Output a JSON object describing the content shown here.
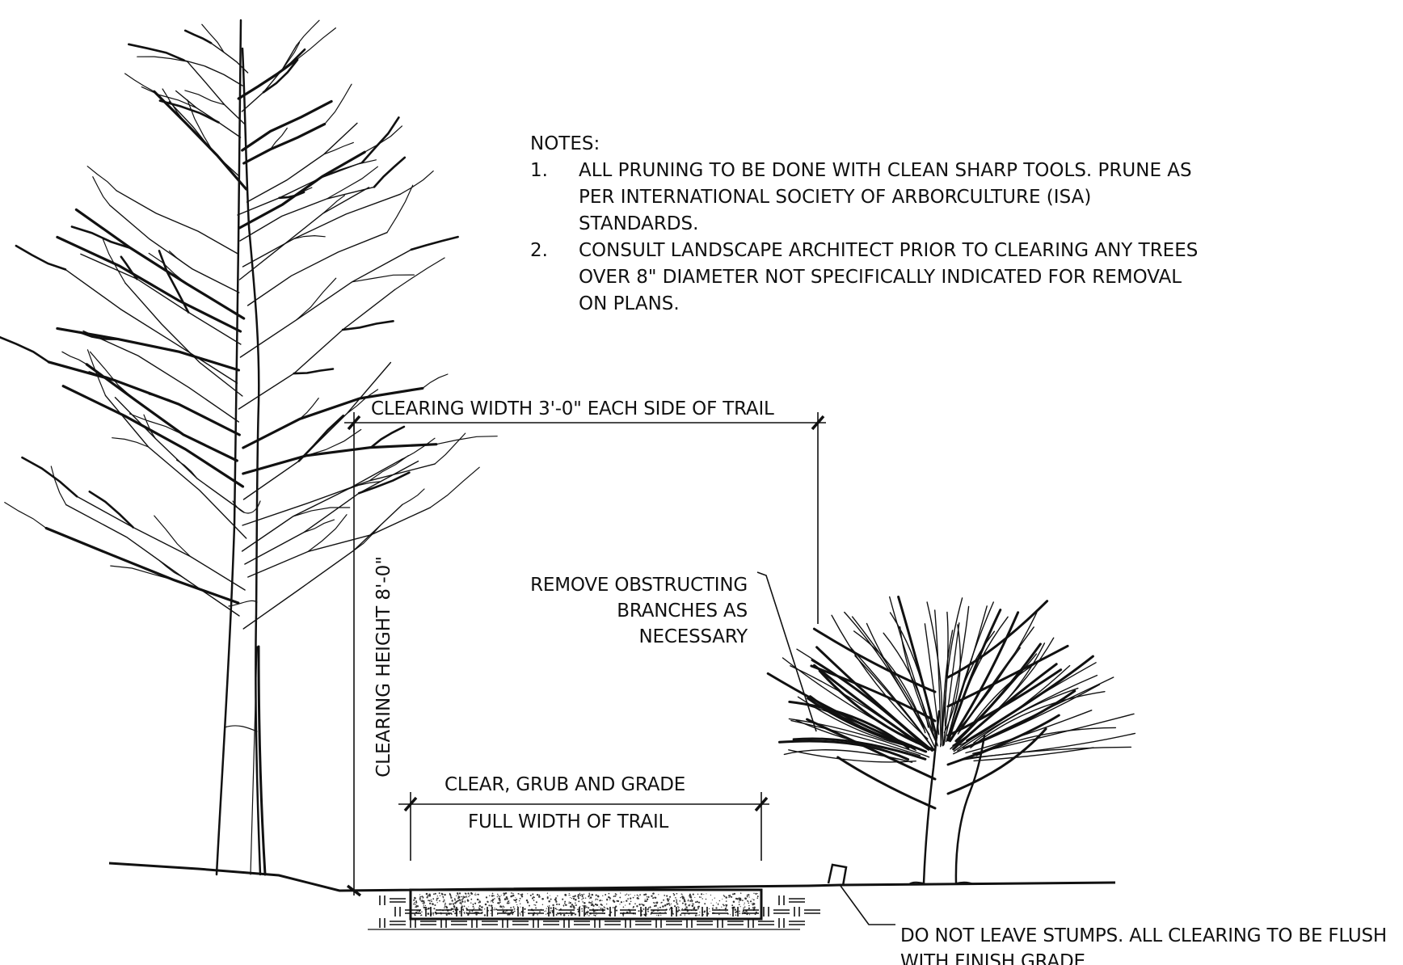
{
  "notes": {
    "heading": "NOTES:",
    "items": [
      {
        "num": "1.",
        "lines": [
          "ALL PRUNING TO BE DONE WITH CLEAN SHARP TOOLS.  PRUNE AS",
          "PER INTERNATIONAL SOCIETY OF ARBORCULTURE (ISA)",
          "STANDARDS."
        ]
      },
      {
        "num": "2.",
        "lines": [
          "CONSULT LANDSCAPE ARCHITECT PRIOR TO CLEARING ANY TREES",
          "OVER 8\" DIAMETER NOT SPECIFICALLY INDICATED FOR REMOVAL",
          "ON PLANS."
        ]
      }
    ]
  },
  "dimensions": {
    "clearing_width": "CLEARING WIDTH 3'-0\" EACH SIDE OF TRAIL",
    "clearing_height": "CLEARING HEIGHT 8'-0\"",
    "trail_top": "CLEAR, GRUB AND GRADE",
    "trail_bottom": "FULL WIDTH OF TRAIL"
  },
  "callouts": {
    "remove_branches": [
      "REMOVE OBSTRUCTING",
      "BRANCHES AS",
      "NECESSARY"
    ],
    "stumps": [
      "DO NOT LEAVE STUMPS. ALL CLEARING TO BE FLUSH",
      "WITH FINISH GRADE"
    ]
  },
  "colors": {
    "ink": "#111111",
    "background": "#ffffff"
  }
}
